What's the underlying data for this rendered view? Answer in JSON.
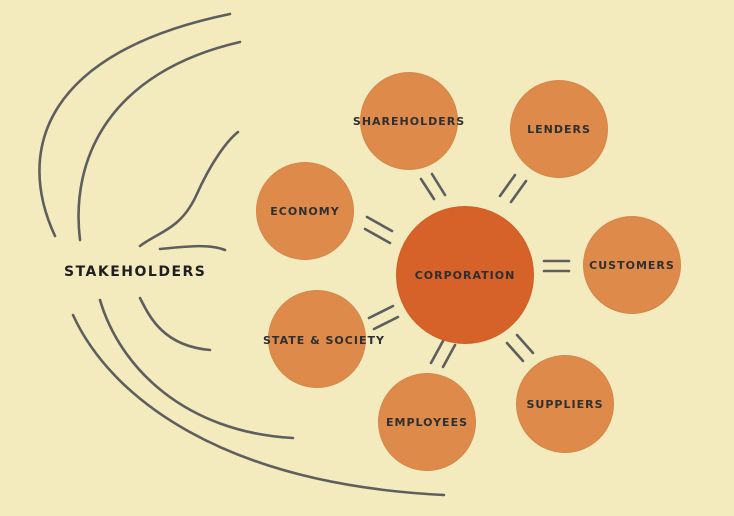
{
  "diagram": {
    "left_label": "STAKEHOLDERS",
    "center": "CORPORATION",
    "nodes": {
      "shareholders": "SHAREHOLDERS",
      "lenders": "LENDERS",
      "economy": "ECONOMY",
      "customers": "CUSTOMERS",
      "state_society": "STATE & SOCIETY",
      "employees": "EMPLOYEES",
      "suppliers": "SUPPLIERS"
    }
  },
  "colors": {
    "background": "#f3ebbd",
    "node_fill": "#dd8a4b",
    "center_fill": "#d66129",
    "line": "#5e5e5e"
  }
}
